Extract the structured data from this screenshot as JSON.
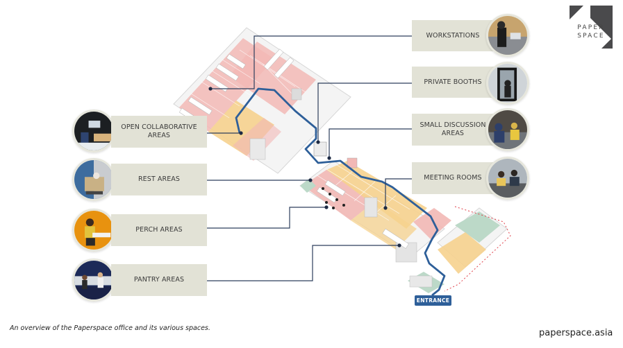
{
  "brand": {
    "logo_line1": "PAPER",
    "logo_line2": "SPACE",
    "website": "paperspace.asia",
    "colors": {
      "label_bg": "#e2e2d6",
      "route_blue": "#2e5f99",
      "leader_line": "#2c3e5c",
      "workstation_pink": "#f2b8b5",
      "lounge_yellow": "#f6d28e",
      "entry_green": "#bcd9c8"
    }
  },
  "caption": "An overview of the Paperspace office and its various spaces.",
  "entrance_label": "ENTRANCE",
  "right_labels": [
    {
      "text": "WORKSTATIONS",
      "photo": "person-at-laptop-photo"
    },
    {
      "text": "PRIVATE BOOTHS",
      "photo": "phone-booth-photo"
    },
    {
      "text": "SMALL DISCUSSION AREAS",
      "photo": "group-discussion-photo"
    },
    {
      "text": "MEETING ROOMS",
      "photo": "meeting-photo"
    }
  ],
  "left_labels": [
    {
      "text": "OPEN COLLABORATIVE AREAS",
      "photo": "presentation-room-photo"
    },
    {
      "text": "REST AREAS",
      "photo": "lounge-chair-photo"
    },
    {
      "text": "PERCH AREAS",
      "photo": "perch-counter-photo"
    },
    {
      "text": "PANTRY AREAS",
      "photo": "pantry-photo"
    }
  ]
}
